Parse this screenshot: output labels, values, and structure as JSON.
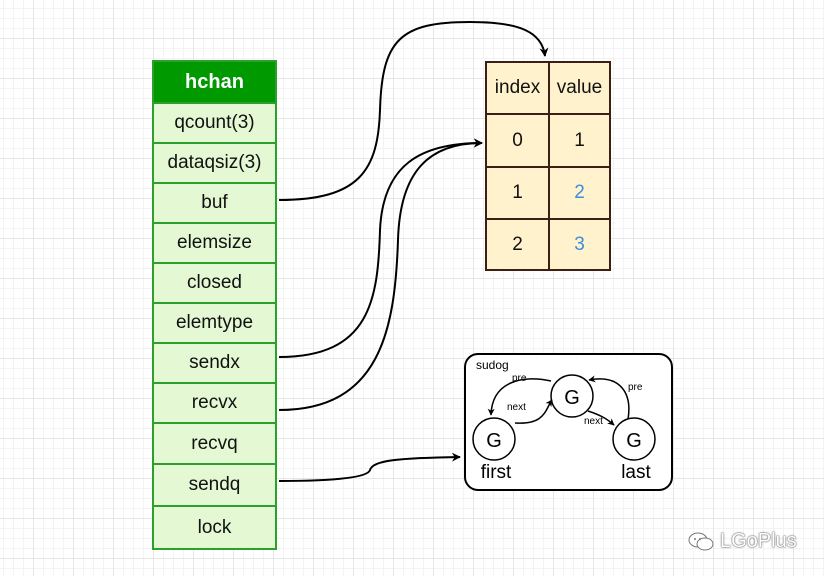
{
  "hchan": {
    "title": "hchan",
    "fields": [
      "qcount(3)",
      "dataqsiz(3)",
      "buf",
      "elemsize",
      "closed",
      "elemtype",
      "sendx",
      "recvx",
      "recvq",
      "sendq",
      "lock"
    ]
  },
  "buffer_table": {
    "headers": [
      "index",
      "value"
    ],
    "rows": [
      {
        "index": "0",
        "value": "1"
      },
      {
        "index": "1",
        "value": "2"
      },
      {
        "index": "2",
        "value": "3"
      }
    ]
  },
  "sudog": {
    "title": "sudog",
    "node_label": "G",
    "first_label": "first",
    "last_label": "last",
    "edge_pre": "pre",
    "edge_next": "next"
  },
  "watermark": {
    "text": "LGoPlus"
  },
  "colors": {
    "hchan_header": "#009900",
    "hchan_fill": "#e3f8d3",
    "hchan_border": "#2ca02c",
    "table_fill": "#fff2cc",
    "table_border": "#3b1f14",
    "value_highlight": "#3a8fde"
  }
}
